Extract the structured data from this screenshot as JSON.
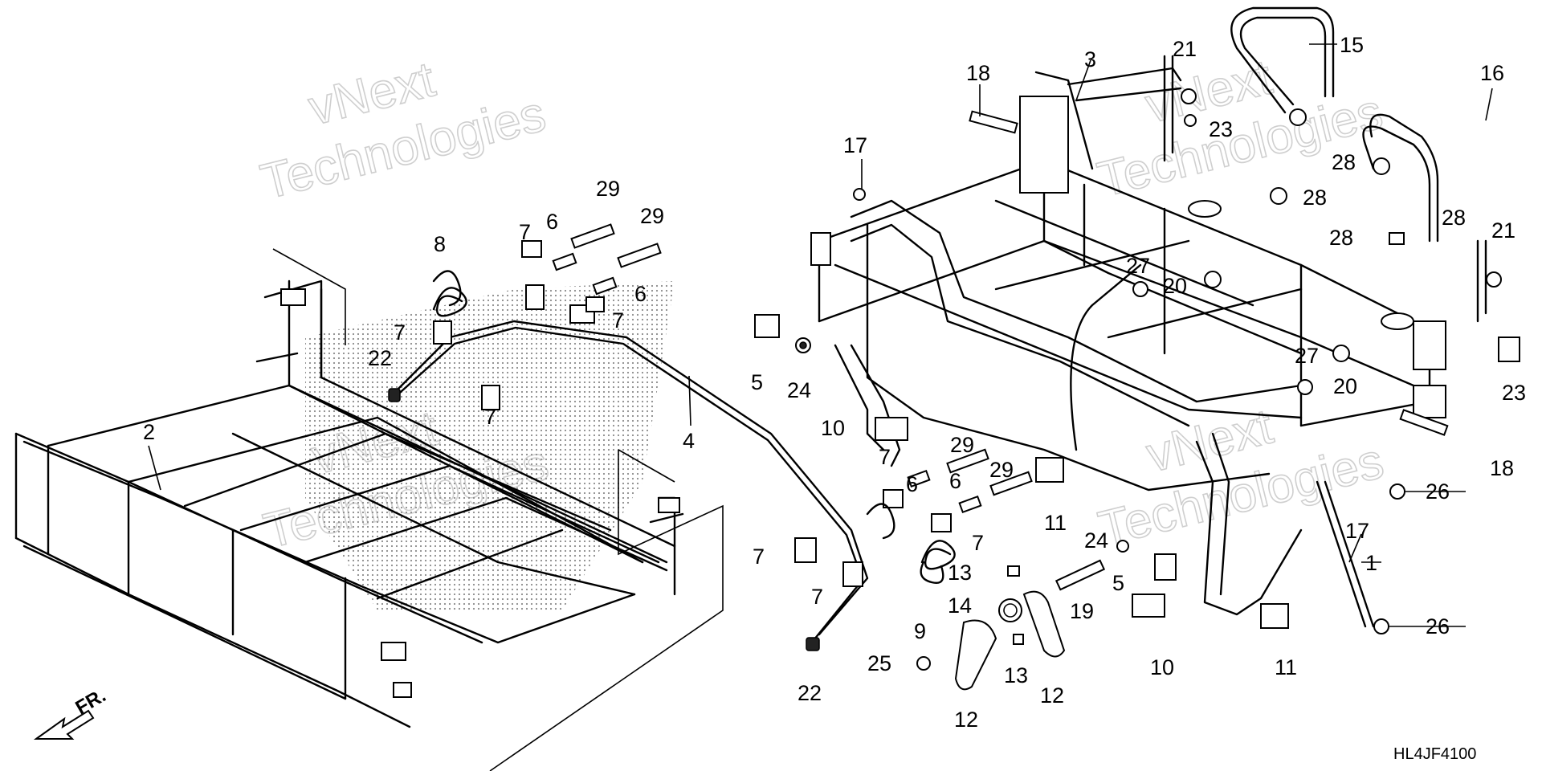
{
  "diagram": {
    "code": "HL4JF4100",
    "front_indicator": "FR.",
    "watermark_line1": "vNext",
    "watermark_line2": "Technologies",
    "callouts": {
      "c1": "1",
      "c2": "2",
      "c3": "3",
      "c4": "4",
      "c5a": "5",
      "c5b": "5",
      "c6a": "6",
      "c6b": "6",
      "c6c": "6",
      "c6d": "6",
      "c7a": "7",
      "c7b": "7",
      "c7c": "7",
      "c7d": "7",
      "c7e": "7",
      "c7f": "7",
      "c7g": "7",
      "c7h": "7",
      "c8": "8",
      "c9": "9",
      "c10a": "10",
      "c10b": "10",
      "c11a": "11",
      "c11b": "11",
      "c12a": "12",
      "c12b": "12",
      "c13a": "13",
      "c13b": "13",
      "c14": "14",
      "c15": "15",
      "c16": "16",
      "c17a": "17",
      "c17b": "17",
      "c18a": "18",
      "c18b": "18",
      "c19": "19",
      "c20a": "20",
      "c20b": "20",
      "c21a": "21",
      "c21b": "21",
      "c22a": "22",
      "c22b": "22",
      "c23a": "23",
      "c23b": "23",
      "c24a": "24",
      "c24b": "24",
      "c25": "25",
      "c26a": "26",
      "c26b": "26",
      "c27a": "27",
      "c27b": "27",
      "c28a": "28",
      "c28b": "28",
      "c28c": "28",
      "c28d": "28",
      "c29a": "29",
      "c29b": "29",
      "c29c": "29",
      "c29d": "29"
    }
  }
}
